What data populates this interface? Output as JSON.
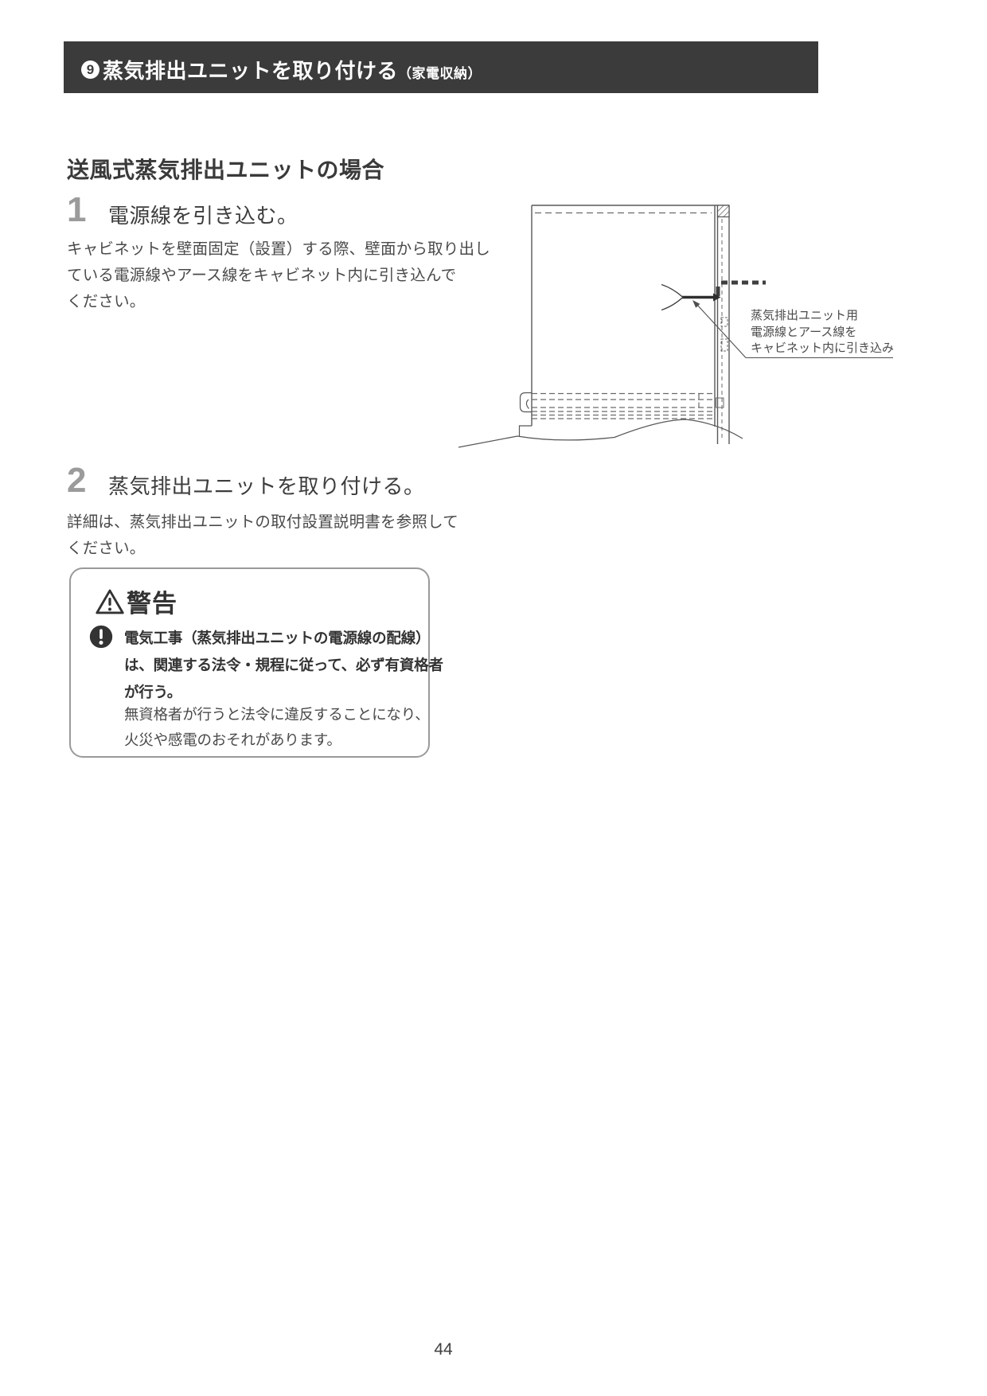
{
  "page": {
    "number": "44"
  },
  "header": {
    "badge_number": "9",
    "title": "蒸気排出ユニットを取り付ける",
    "suffix": "（家電収納）",
    "bg_color": "#3b3b3b"
  },
  "section": {
    "title": "送風式蒸気排出ユニットの場合"
  },
  "step1": {
    "number": "1",
    "heading": "電源線を引き込む。",
    "line1": "キャビネットを壁面固定（設置）する際、壁面から取り出し",
    "line2": "ている電源線やアース線をキャビネット内に引き込んで",
    "line3": "ください。"
  },
  "step2": {
    "number": "2",
    "heading": "蒸気排出ユニットを取り付ける。",
    "line1": "詳細は、蒸気排出ユニットの取付設置説明書を参照して",
    "line2": "ください。"
  },
  "diagram": {
    "callout_line1": "蒸気排出ユニット用",
    "callout_line2": "電源線とアース線を",
    "callout_line3": "キャビネット内に引き込み"
  },
  "warning": {
    "title": "警告",
    "bold_line1": "電気工事（蒸気排出ユニットの電源線の配線）",
    "bold_line2": "は、関連する法令・規程に従って、必ず有資格者",
    "bold_line3": "が行う。",
    "text_line1": "無資格者が行うと法令に違反することになり、",
    "text_line2": "火災や感電のおそれがあります。"
  }
}
